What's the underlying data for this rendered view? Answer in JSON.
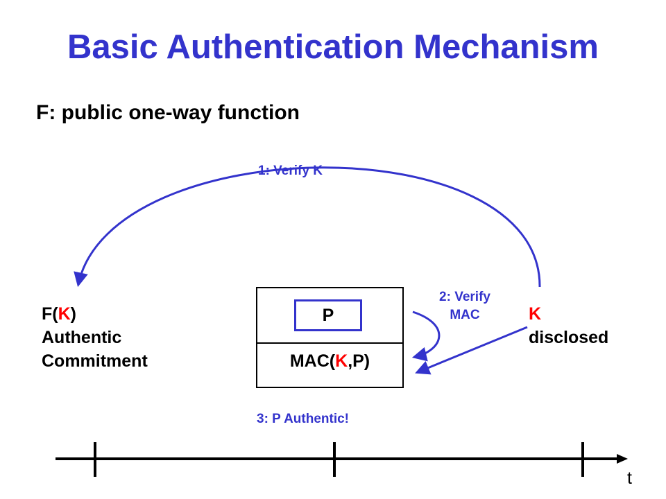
{
  "title": "Basic Authentication Mechanism",
  "subtitle": "F: public one-way function",
  "labels": {
    "verify_k": "1: Verify K",
    "verify_mac_line1": "2: Verify",
    "verify_mac_line2": "MAC",
    "p_authentic": "3: P Authentic!"
  },
  "commitment": {
    "f_prefix": "F(",
    "k": "K",
    "f_suffix": ")",
    "line2": "Authentic",
    "line3": "Commitment"
  },
  "packet": {
    "p": "P",
    "mac_prefix": "MAC(",
    "mac_k": "K",
    "mac_suffix": ",P)"
  },
  "key": {
    "k": "K",
    "line2": "disclosed"
  },
  "timeline": {
    "axis_label": "t"
  },
  "colors": {
    "accent_blue": "#3333cc",
    "key_red": "#ff0000",
    "text_black": "#000000"
  }
}
